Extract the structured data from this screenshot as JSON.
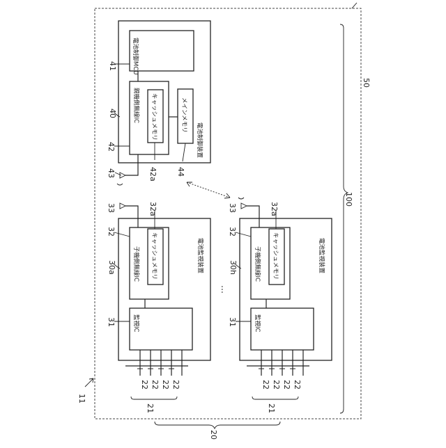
{
  "labels": {
    "battery_control_device": "電池制御装置",
    "battery_control_mcu": "電池制御MCU",
    "parent_wireless_ic": "親機側無線IC",
    "cache_memory": "キャッシュメモリ",
    "main_memory": "メインメモリ",
    "battery_monitor_device": "電池監視装置",
    "child_wireless_ic": "子機側無線IC",
    "monitor_ic": "監視IC",
    "ellipsis": "…"
  },
  "refs": {
    "r11": "11",
    "r20": "20",
    "r21": "21",
    "r22": "22",
    "r30a": "30a",
    "r30h": "30h",
    "r31": "31",
    "r32": "32",
    "r32a": "32a",
    "r33": "33",
    "r40": "40",
    "r41": "41",
    "r42": "42",
    "r42a": "42a",
    "r43": "43",
    "r44": "44",
    "r50": "50",
    "r100": "100"
  }
}
